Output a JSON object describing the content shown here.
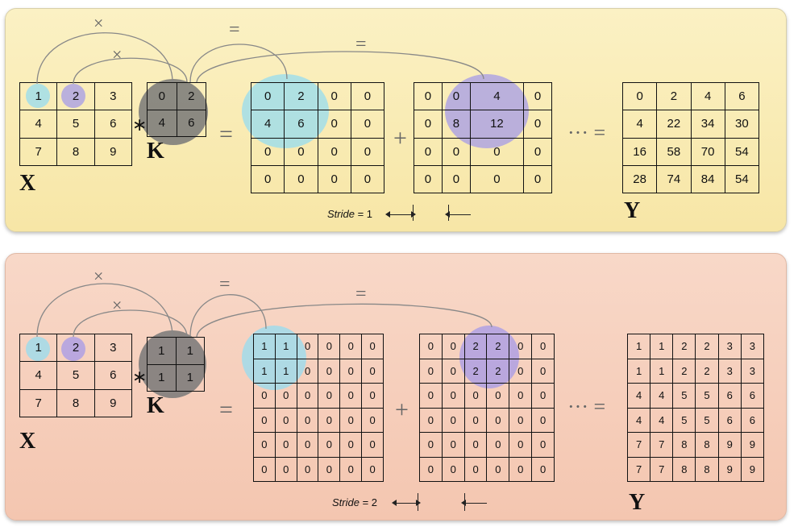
{
  "panel1": {
    "X": [
      [
        1,
        2,
        3
      ],
      [
        4,
        5,
        6
      ],
      [
        7,
        8,
        9
      ]
    ],
    "K": [
      [
        0,
        2
      ],
      [
        4,
        6
      ]
    ],
    "P1": [
      [
        0,
        2,
        0,
        0
      ],
      [
        4,
        6,
        0,
        0
      ],
      [
        0,
        0,
        0,
        0
      ],
      [
        0,
        0,
        0,
        0
      ]
    ],
    "P2": [
      [
        0,
        0,
        4,
        0
      ],
      [
        0,
        8,
        12,
        0
      ],
      [
        0,
        0,
        0,
        0
      ],
      [
        0,
        0,
        0,
        0
      ]
    ],
    "Y": [
      [
        0,
        2,
        4,
        6
      ],
      [
        4,
        22,
        34,
        30
      ],
      [
        16,
        58,
        70,
        54
      ],
      [
        28,
        74,
        84,
        54
      ]
    ],
    "labels": {
      "x": "X",
      "k": "K",
      "y": "Y"
    },
    "ops": {
      "times": "×",
      "eq": "=",
      "plus": "+",
      "ellipsis_eq": "··· =",
      "conv": "∗"
    },
    "stride_word": "Stride",
    "stride_value": "= 1"
  },
  "panel2": {
    "X": [
      [
        1,
        2,
        3
      ],
      [
        4,
        5,
        6
      ],
      [
        7,
        8,
        9
      ]
    ],
    "K": [
      [
        1,
        1
      ],
      [
        1,
        1
      ]
    ],
    "P1": [
      [
        1,
        1,
        0,
        0,
        0,
        0
      ],
      [
        1,
        1,
        0,
        0,
        0,
        0
      ],
      [
        0,
        0,
        0,
        0,
        0,
        0
      ],
      [
        0,
        0,
        0,
        0,
        0,
        0
      ],
      [
        0,
        0,
        0,
        0,
        0,
        0
      ],
      [
        0,
        0,
        0,
        0,
        0,
        0
      ]
    ],
    "P2": [
      [
        0,
        0,
        2,
        2,
        0,
        0
      ],
      [
        0,
        0,
        2,
        2,
        0,
        0
      ],
      [
        0,
        0,
        0,
        0,
        0,
        0
      ],
      [
        0,
        0,
        0,
        0,
        0,
        0
      ],
      [
        0,
        0,
        0,
        0,
        0,
        0
      ],
      [
        0,
        0,
        0,
        0,
        0,
        0
      ]
    ],
    "Y": [
      [
        1,
        1,
        2,
        2,
        3,
        3
      ],
      [
        1,
        1,
        2,
        2,
        3,
        3
      ],
      [
        4,
        4,
        5,
        5,
        6,
        6
      ],
      [
        4,
        4,
        5,
        5,
        6,
        6
      ],
      [
        7,
        7,
        8,
        8,
        9,
        9
      ],
      [
        7,
        7,
        8,
        8,
        9,
        9
      ]
    ],
    "labels": {
      "x": "X",
      "k": "K",
      "y": "Y"
    },
    "ops": {
      "times": "×",
      "eq": "=",
      "plus": "+",
      "ellipsis_eq": "··· =",
      "conv": "∗"
    },
    "stride_word": "Stride",
    "stride_value": "= 2"
  }
}
